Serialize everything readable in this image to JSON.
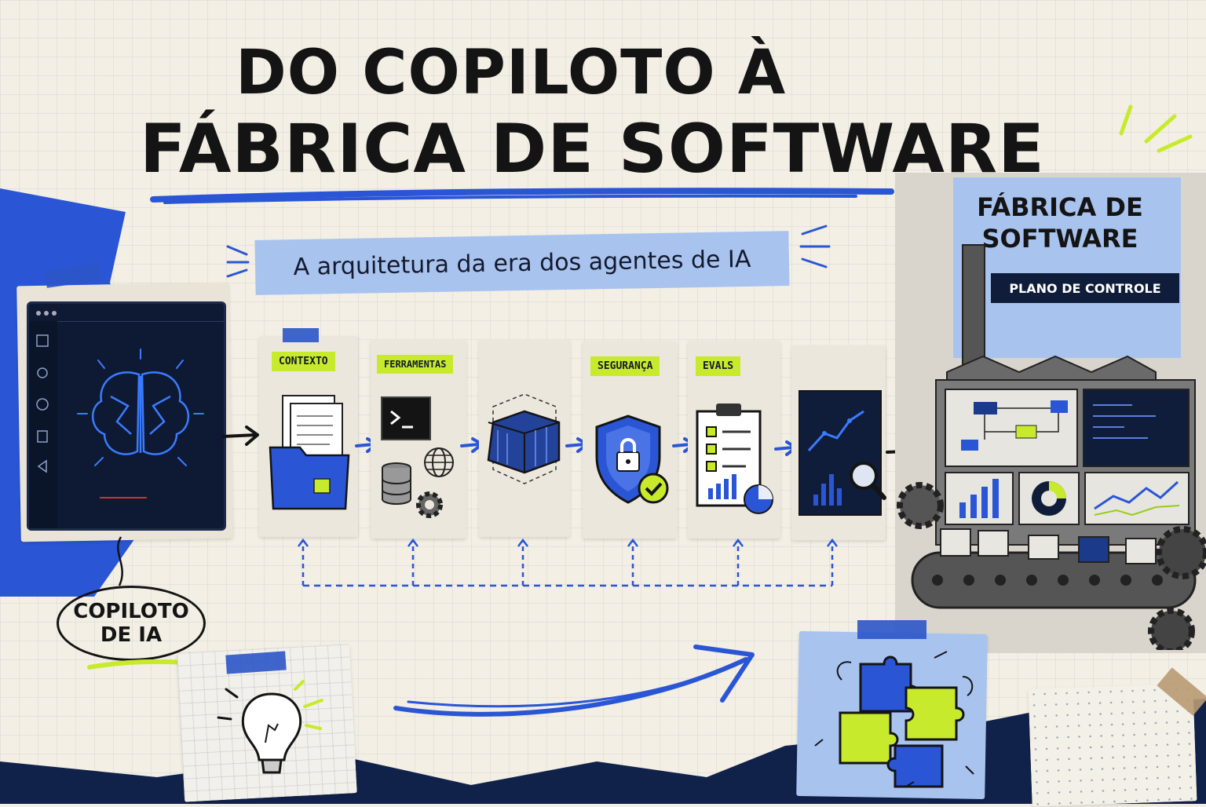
{
  "title": {
    "line1": "DO COPILOTO À",
    "line2": "FÁBRICA DE SOFTWARE"
  },
  "subtitle": "A arquitetura da era dos agentes de IA",
  "copilot": {
    "bubble_line1": "COPILOTO",
    "bubble_line2": "DE IA"
  },
  "pipeline": {
    "stages": [
      {
        "label": "CONTEXTO"
      },
      {
        "label": "FERRAMENTAS"
      },
      {
        "label": ""
      },
      {
        "label": "SEGURANÇA"
      },
      {
        "label": "EVALS"
      },
      {
        "label": ""
      }
    ]
  },
  "factory": {
    "title_line1": "FÁBRICA DE",
    "title_line2": "SOFTWARE",
    "tag": "PLANO DE CONTROLE"
  },
  "colors": {
    "accent_blue": "#2a56d6",
    "lime": "#c8ea2c",
    "navy": "#0f1d3a",
    "paper": "#f3efe4"
  }
}
